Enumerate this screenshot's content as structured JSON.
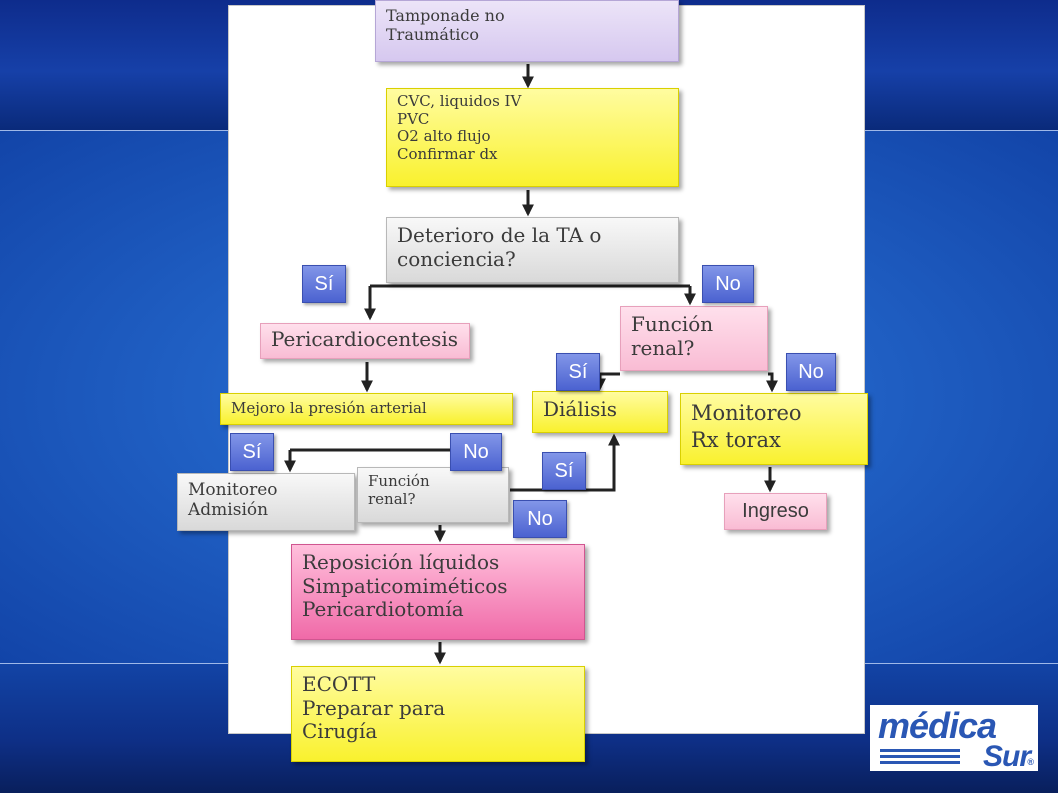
{
  "nodes": {
    "tamponade": [
      "Tamponade no",
      "Traumático"
    ],
    "cvc": [
      "CVC, liquidos IV",
      "PVC",
      "O2 alto flujo",
      "Confirmar dx"
    ],
    "deterioro": [
      "Deterioro de la TA o",
      "conciencia?"
    ],
    "pericardio": [
      "Pericardiocentesis"
    ],
    "funcion_renal_1": [
      "Función",
      "renal?"
    ],
    "mejoro": [
      "Mejoro la presión arterial"
    ],
    "dialisis": [
      "Diálisis"
    ],
    "monitoreo_rx": [
      "Monitoreo",
      "Rx torax"
    ],
    "monitoreo_adm": [
      "Monitoreo",
      "Admisión"
    ],
    "funcion_renal_2": [
      "Función",
      "renal?"
    ],
    "ingreso": [
      "Ingreso"
    ],
    "reposicion": [
      "Reposición líquidos",
      "Simpaticomiméticos",
      "Pericardiotomía"
    ],
    "ecott": [
      "ECOTT",
      "Preparar para",
      "Cirugía"
    ]
  },
  "tags": {
    "si_1": "Sí",
    "no_1": "No",
    "si_2": "Sí",
    "no_2": "No",
    "si_3": "Sí",
    "no_3": "No",
    "si_4": "Sí",
    "no_4": "No"
  },
  "logo": {
    "line1": "médica",
    "line2": "Sur",
    "reg": "®"
  },
  "icons": {
    "connector": "arrow-connector"
  },
  "colors": {
    "lavender_box": "#d6c8ef",
    "yellow_box": "#f9f12e",
    "gray_box": "#d9d9d9",
    "pink_box": "#f9bcd4",
    "hot_pink_box": "#f06aa8",
    "tag": "#4b62d0",
    "brand": "#2a57b4"
  }
}
